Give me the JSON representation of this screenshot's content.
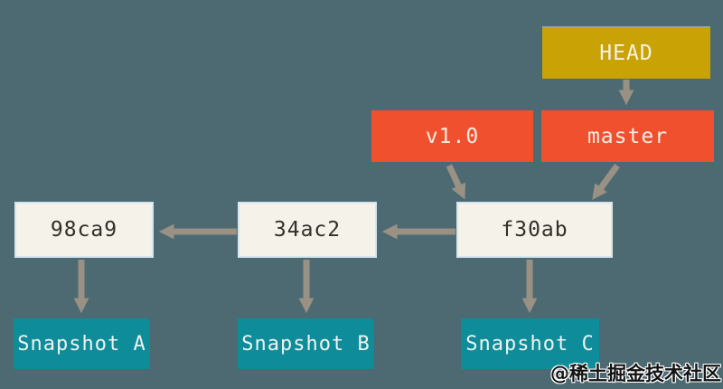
{
  "head": {
    "label": "HEAD"
  },
  "tag": {
    "label": "v1.0"
  },
  "branch": {
    "label": "master"
  },
  "commits": [
    {
      "label": "98ca9"
    },
    {
      "label": "34ac2"
    },
    {
      "label": "f30ab"
    }
  ],
  "snapshots": [
    {
      "label": "Snapshot A"
    },
    {
      "label": "Snapshot B"
    },
    {
      "label": "Snapshot C"
    }
  ],
  "watermark": {
    "text": "@稀土掘金技术社区"
  },
  "colors": {
    "background": "#4d6971",
    "head_box": "#c9a305",
    "ref_box": "#f1502f",
    "commit_box": "#f5f2e9",
    "commit_border": "#d4e6ee",
    "snapshot_box": "#0e8c9a",
    "arrow": "#9a9185",
    "commit_text": "#332f2a",
    "light_text": "#f5f1e4"
  }
}
